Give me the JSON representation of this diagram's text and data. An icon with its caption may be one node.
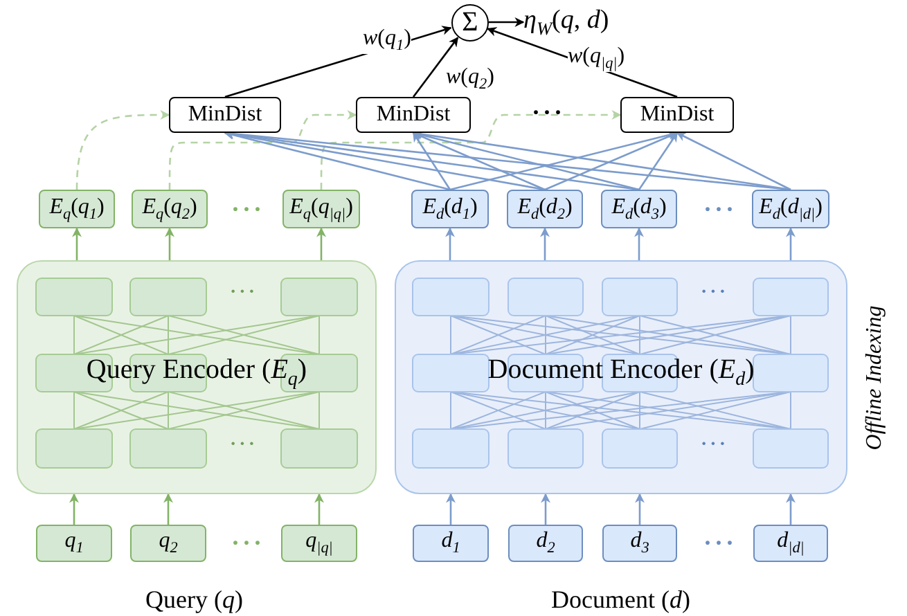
{
  "diagram": {
    "nodes": [
      {
        "text": [
          "Σ"
        ]
      },
      {
        "text": [
          "*η*$_{W}$(*q*, *d*)"
        ]
      },
      {
        "text": [
          "MinDist"
        ]
      },
      {
        "text": [
          "MinDist"
        ]
      },
      {
        "text": [
          "MinDist"
        ]
      },
      {
        "text": [
          "*E*$_{q}$(*q*$_{1}$)"
        ]
      },
      {
        "text": [
          "*E*$_{q}$(*q*$_{2}$)"
        ]
      },
      {
        "text": [
          "*E*$_{q}$(*q*$_{|q|}$)"
        ]
      },
      {
        "text": [
          "*E*$_{d}$(*d*$_{1}$)"
        ]
      },
      {
        "text": [
          "*E*$_{d}$(*d*$_{2}$)"
        ]
      },
      {
        "text": [
          "*E*$_{d}$(*d*$_{3}$)"
        ]
      },
      {
        "text": [
          "*E*$_{d}$(*d*$_{|d|}$)"
        ]
      },
      {
        "text": [
          "Query Encoder (*E*$_{q}$)"
        ]
      },
      {
        "text": [
          "Document Encoder (*E*$_{d}$)"
        ],
        "beside": [
          "Offline Indexing"
        ]
      },
      {
        "text": [
          "*q*$_{1}$"
        ]
      },
      {
        "text": [
          "*q*$_{2}$"
        ]
      },
      {
        "text": [
          "*q*$_{|q|}$"
        ]
      },
      {
        "text": [
          "*d*$_{1}$"
        ]
      },
      {
        "text": [
          "*d*$_{2}$"
        ]
      },
      {
        "text": [
          "*d*$_{3}$"
        ]
      },
      {
        "text": [
          "*d*$_{|d|}$"
        ]
      }
    ],
    "edges": [
      {
        "from": 2,
        "to": 0,
        "arrow": "to",
        "label": "*w*(*q*$_{1}$)",
        "color": "#000000"
      },
      {
        "from": 3,
        "to": 0,
        "arrow": "to",
        "label": "*w*(*q*$_{2}$)",
        "color": "#000000"
      },
      {
        "from": 4,
        "to": 0,
        "arrow": "to",
        "label": "*w*(*q*$_{|q|}$)",
        "color": "#000000"
      },
      {
        "from": 0,
        "to": 1,
        "arrow": "to",
        "color": "#000000"
      },
      {
        "from": 5,
        "to": 2,
        "arrow": "to",
        "style": "dashed",
        "color": "#b5d3a5"
      },
      {
        "from": 6,
        "to": 3,
        "arrow": "to",
        "style": "dashed",
        "color": "#b5d3a5"
      },
      {
        "from": 7,
        "to": 4,
        "arrow": "to",
        "style": "dashed",
        "color": "#b5d3a5"
      },
      {
        "from": 8,
        "to": 2,
        "arrow": "to",
        "color": "#7c9ccc"
      },
      {
        "from": 9,
        "to": 2,
        "arrow": "to",
        "color": "#7c9ccc"
      },
      {
        "from": 10,
        "to": 2,
        "arrow": "to",
        "color": "#7c9ccc"
      },
      {
        "from": 11,
        "to": 2,
        "arrow": "to",
        "color": "#7c9ccc"
      },
      {
        "from": 8,
        "to": 3,
        "arrow": "to",
        "color": "#7c9ccc"
      },
      {
        "from": 9,
        "to": 3,
        "arrow": "to",
        "color": "#7c9ccc"
      },
      {
        "from": 10,
        "to": 3,
        "arrow": "to",
        "color": "#7c9ccc"
      },
      {
        "from": 11,
        "to": 3,
        "arrow": "to",
        "color": "#7c9ccc"
      },
      {
        "from": 8,
        "to": 4,
        "arrow": "to",
        "color": "#7c9ccc"
      },
      {
        "from": 9,
        "to": 4,
        "arrow": "to",
        "color": "#7c9ccc"
      },
      {
        "from": 10,
        "to": 4,
        "arrow": "to",
        "color": "#7c9ccc"
      },
      {
        "from": 11,
        "to": 4,
        "arrow": "to",
        "color": "#7c9ccc"
      },
      {
        "from": 14,
        "to": 12,
        "arrow": "to",
        "color": "#82b366"
      },
      {
        "from": 15,
        "to": 12,
        "arrow": "to",
        "color": "#82b366"
      },
      {
        "from": 16,
        "to": 12,
        "arrow": "to",
        "color": "#82b366"
      },
      {
        "from": 12,
        "to": 5,
        "arrow": "to",
        "color": "#82b366"
      },
      {
        "from": 12,
        "to": 6,
        "arrow": "to",
        "color": "#82b366"
      },
      {
        "from": 12,
        "to": 7,
        "arrow": "to",
        "color": "#82b366"
      },
      {
        "from": 17,
        "to": 13,
        "arrow": "to",
        "color": "#7c9ccc"
      },
      {
        "from": 18,
        "to": 13,
        "arrow": "to",
        "color": "#7c9ccc"
      },
      {
        "from": 19,
        "to": 13,
        "arrow": "to",
        "color": "#7c9ccc"
      },
      {
        "from": 20,
        "to": 13,
        "arrow": "to",
        "color": "#7c9ccc"
      },
      {
        "from": 13,
        "to": 8,
        "arrow": "to",
        "color": "#7c9ccc"
      },
      {
        "from": 13,
        "to": 9,
        "arrow": "to",
        "color": "#7c9ccc"
      },
      {
        "from": 13,
        "to": 10,
        "arrow": "to",
        "color": "#7c9ccc"
      },
      {
        "from": 13,
        "to": 11,
        "arrow": "to",
        "color": "#7c9ccc"
      }
    ],
    "labels": [
      "···",
      "···",
      "···",
      "···",
      "···",
      "···",
      "···",
      "···",
      "···",
      "Query (*q*)",
      "Document (*d*)"
    ]
  }
}
